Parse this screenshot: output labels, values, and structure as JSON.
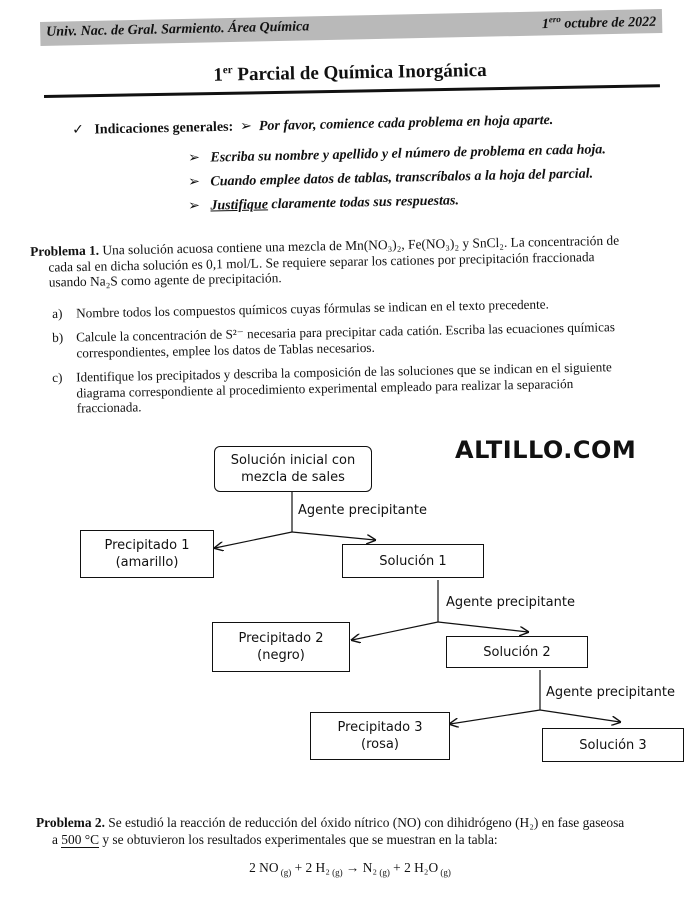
{
  "header": {
    "institution": "Univ. Nac. de Gral. Sarmiento. Área Química",
    "date_prefix": "1",
    "date_sup": "ero",
    "date_rest": "octubre de 2022"
  },
  "title": {
    "pre": "1",
    "sup": "er",
    "rest": " Parcial de Química Inorgánica"
  },
  "indicaciones": {
    "check": "✓",
    "label": "Indicaciones generales:",
    "bullet": "➢",
    "items": [
      "Por favor, comience cada problema en hoja aparte.",
      "Escriba su nombre y apellido y el número de problema en cada hoja.",
      "Cuando emplee datos de tablas, transcríbalos a la hoja del parcial."
    ],
    "last_underlined": "Justifique",
    "last_rest": " claramente todas sus respuestas."
  },
  "problema1": {
    "label": "Problema 1.",
    "line1": " Una solución acuosa contiene una mezcla de Mn(NO₃)₂, Fe(NO₃)₂ y SnCl₂. La concentración de",
    "line2": "cada sal en dicha solución es 0,1 mol/L. Se requiere separar los cationes por precipitación fraccionada",
    "line3": "usando Na₂S como agente de precipitación.",
    "items": [
      {
        "marker": "a)",
        "lines": [
          "Nombre todos los compuestos químicos cuyas fórmulas se indican en el texto precedente."
        ]
      },
      {
        "marker": "b)",
        "lines": [
          "Calcule la concentración de S²⁻ necesaria para precipitar cada catión. Escriba las ecuaciones químicas",
          "correspondientes, emplee los datos de Tablas necesarios."
        ]
      },
      {
        "marker": "c)",
        "lines": [
          "Identifique los precipitados y describa la composición de las soluciones que se indican en el siguiente",
          "diagrama correspondiente al procedimiento experimental empleado para realizar la separación",
          "fraccionada."
        ]
      }
    ]
  },
  "watermark": "ALTILLO.COM",
  "diagram": {
    "initial_line1": "Solución inicial con",
    "initial_line2": "mezcla de sales",
    "agent": "Agente precipitante",
    "prec1_line1": "Precipitado 1",
    "prec1_line2": "(amarillo)",
    "sol1": "Solución 1",
    "prec2_line1": "Precipitado  2",
    "prec2_line2": "(negro)",
    "sol2": "Solución 2",
    "prec3_line1": "Precipitado 3",
    "prec3_line2": "(rosa)",
    "sol3": "Solución 3"
  },
  "problema2": {
    "label": "Problema 2.",
    "line1": "  Se estudió la reacción de reducción del óxido nítrico (NO) con dihidrógeno (H₂) en fase gaseosa",
    "line2_pre": "a ",
    "line2_temp": "500 °C",
    "line2_rest": " y se obtuvieron los resultados experimentales que se muestran en la tabla:",
    "equation": {
      "c1": "2 NO",
      "s1": " (g)",
      "p1": " +  2 H₂",
      "s2": " (g)",
      "arrow": "  →  ",
      "c3": "N₂",
      "s3": " (g)",
      "p3": " +  2 H₂O",
      "s4": " (g)"
    }
  }
}
